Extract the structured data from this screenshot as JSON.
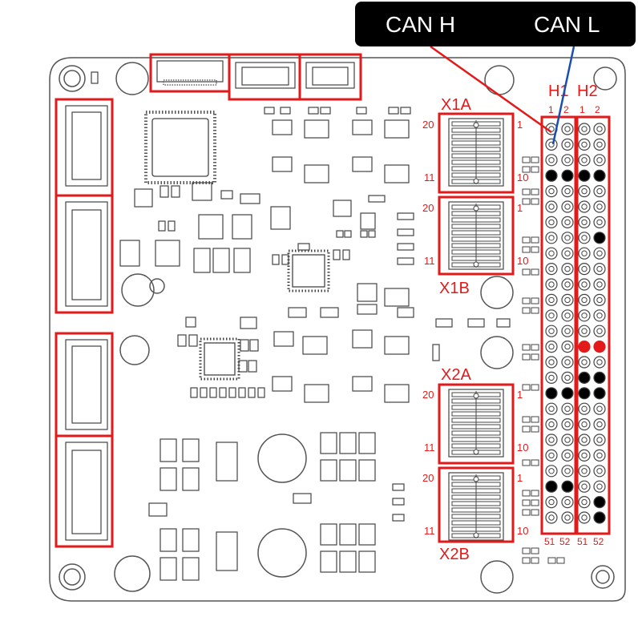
{
  "callout": {
    "can_h": "CAN H",
    "can_l": "CAN L"
  },
  "headers": {
    "h1": {
      "label": "H1",
      "col1": "1",
      "col2": "2",
      "bottom1": "51",
      "bottom2": "52"
    },
    "h2": {
      "label": "H2",
      "col1": "1",
      "col2": "2",
      "bottom1": "51",
      "bottom2": "52"
    }
  },
  "connectors": {
    "x1a": {
      "label": "X1A",
      "pin_tl": "20",
      "pin_tr": "1",
      "pin_bl": "11",
      "pin_br": "10"
    },
    "x1b": {
      "label": "X1B",
      "pin_tl": "20",
      "pin_tr": "1",
      "pin_bl": "11",
      "pin_br": "10"
    },
    "x2a": {
      "label": "X2A",
      "pin_tl": "20",
      "pin_tr": "1",
      "pin_bl": "11",
      "pin_br": "10"
    },
    "x2b": {
      "label": "X2B",
      "pin_tl": "20",
      "pin_tr": "1",
      "pin_bl": "11",
      "pin_br": "10"
    }
  },
  "colors": {
    "highlight": "#e41a1a",
    "callout_bg": "#000000",
    "can_h_line": "#e41a1a",
    "can_l_line": "#1a4fb0",
    "outline": "#444444"
  }
}
